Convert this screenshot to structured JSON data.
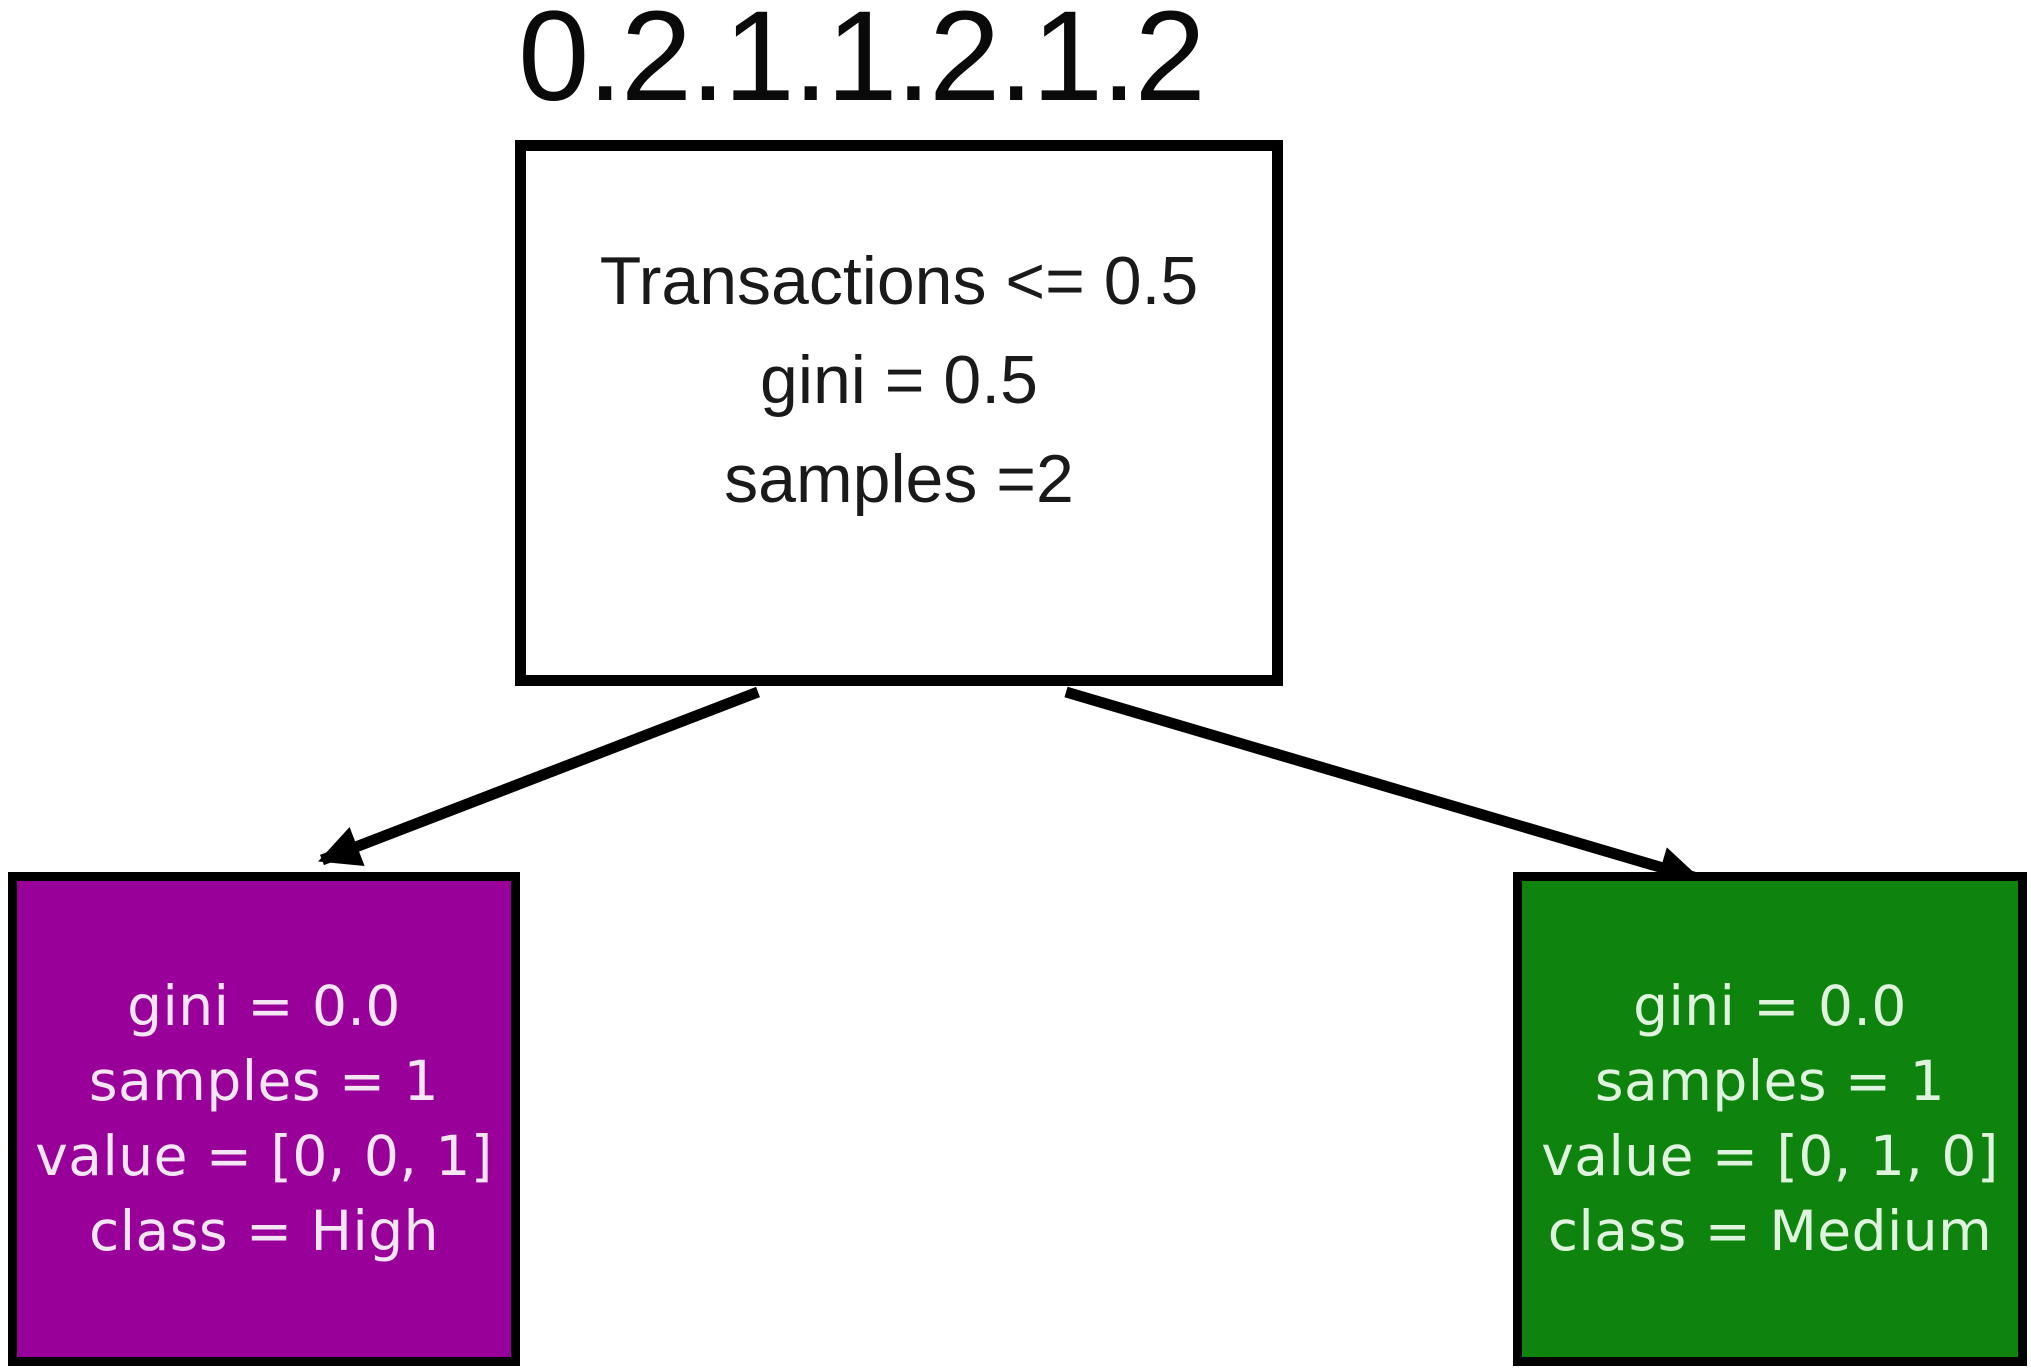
{
  "figure": {
    "title": "0.2.1.1.2.1.2"
  },
  "tree": {
    "root_node": {
      "condition": "Transactions <= 0.5",
      "gini": "gini = 0.5",
      "samples": "samples =2",
      "fill_color": "#ffffff",
      "text_color": "#1a1a1a",
      "border_color": "#000000"
    },
    "left_leaf": {
      "gini": "gini = 0.0",
      "samples": "samples = 1",
      "value": "value = [0, 0, 1]",
      "class": "class = High",
      "fill_color": "#990099",
      "text_color": "#f5e6f5"
    },
    "right_leaf": {
      "gini": "gini = 0.0",
      "samples": "samples = 1",
      "value": "value = [0, 1, 0]",
      "class": "class = Medium",
      "fill_color": "#0e840e",
      "text_color": "#dff3df"
    },
    "edges": [
      {
        "from": "root",
        "to": "left_leaf"
      },
      {
        "from": "root",
        "to": "right_leaf"
      }
    ],
    "arrow_color": "#000000"
  }
}
